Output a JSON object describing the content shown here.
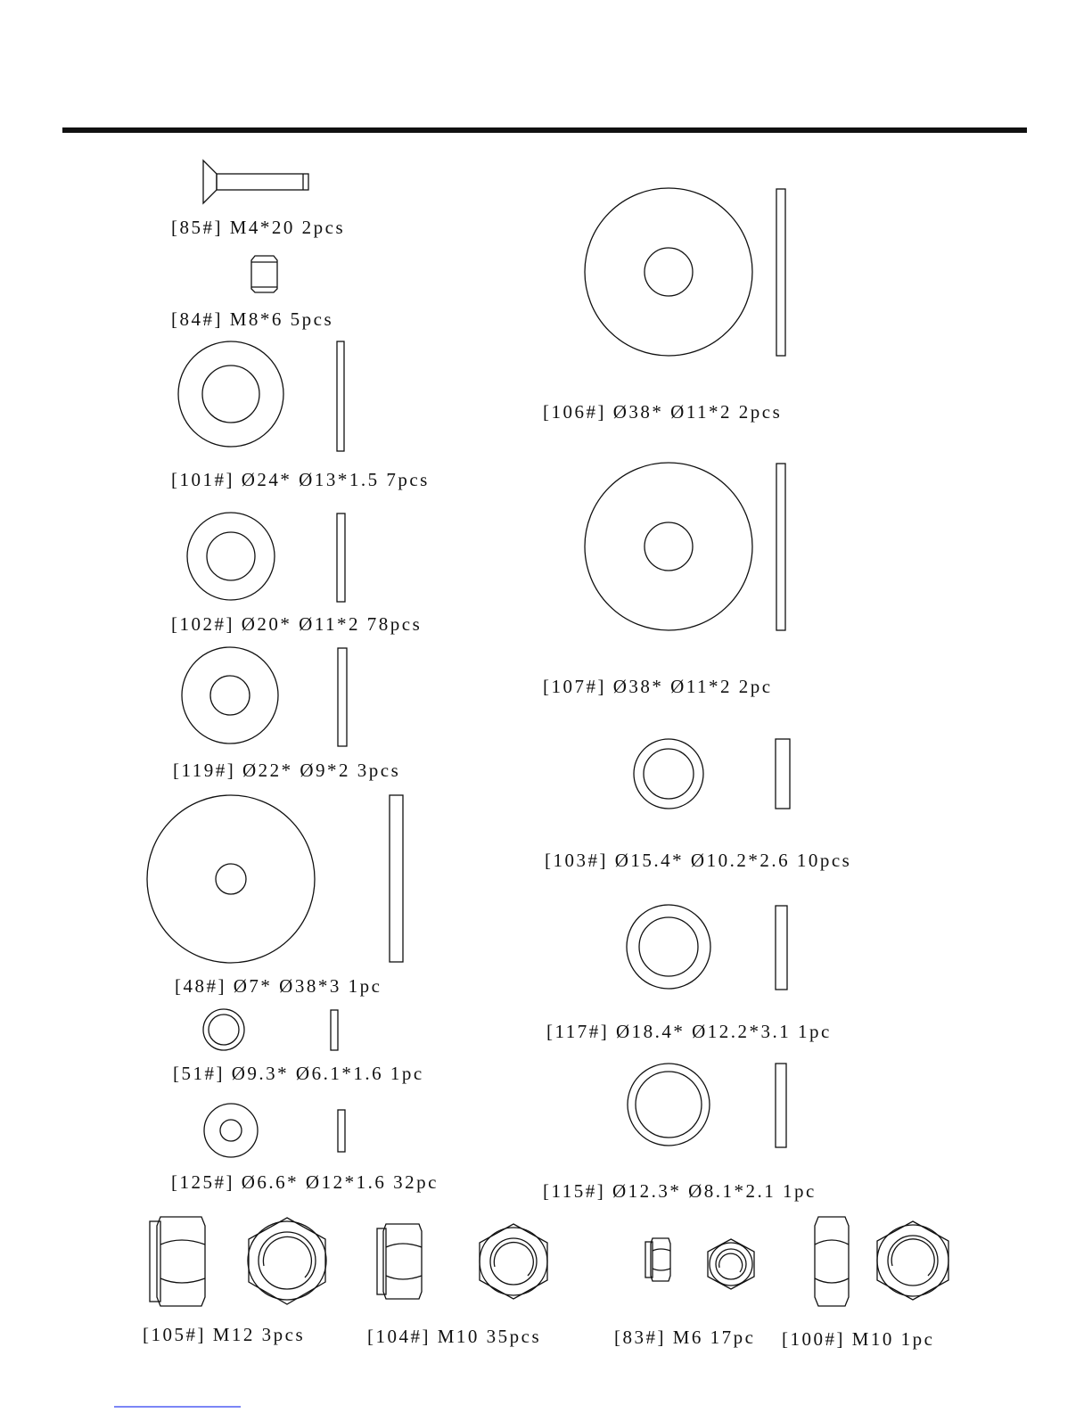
{
  "parts": {
    "p85": {
      "label": "[85#]   M4*20   2pcs"
    },
    "p84": {
      "label": "[84#]   M8*6   5pcs"
    },
    "p101": {
      "label": "[101#]   Ø24* Ø13*1.5   7pcs"
    },
    "p102": {
      "label": "[102#]   Ø20* Ø11*2   78pcs"
    },
    "p119": {
      "label": "[119#]   Ø22* Ø9*2     3pcs"
    },
    "p48": {
      "label": "[48#]   Ø7* Ø38*3  1pc"
    },
    "p51": {
      "label": "[51#]   Ø9.3* Ø6.1*1.6    1pc"
    },
    "p125": {
      "label": "[125#]   Ø6.6* Ø12*1.6   32pc"
    },
    "p106": {
      "label": "[106#]   Ø38* Ø11*2     2pcs"
    },
    "p107": {
      "label": "[107#]   Ø38* Ø11*2     2pc"
    },
    "p103": {
      "label": "[103#]   Ø15.4* Ø10.2*2.6   10pcs"
    },
    "p117": {
      "label": "[117#]   Ø18.4* Ø12.2*3.1   1pc"
    },
    "p115": {
      "label": "[115#]   Ø12.3* Ø8.1*2.1   1pc"
    },
    "p105": {
      "label": "[105#]   M12    3pcs"
    },
    "p104": {
      "label": "[104#]   M10    35pcs"
    },
    "p83": {
      "label": "[83#]   M6  17pc"
    },
    "p100": {
      "label": "[100#]   M10  1pc"
    }
  },
  "colors": {
    "ink": "#111111",
    "paper": "#ffffff",
    "link_underline": "#2c3ef0"
  }
}
